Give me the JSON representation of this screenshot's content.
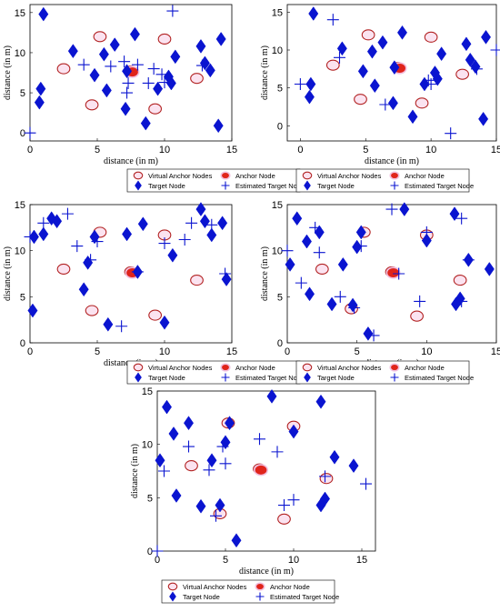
{
  "chart_data": [
    {
      "type": "scatter",
      "xlabel": "distance (in m)",
      "ylabel": "distance (in m)",
      "xlim": [
        0,
        15
      ],
      "ylim": [
        -1,
        16
      ],
      "xticks": [
        0,
        5,
        10,
        15
      ],
      "yticks": [
        0,
        5,
        10,
        15
      ],
      "grid": false,
      "legend": "below",
      "series": [
        {
          "name": "Virtual Anchor Nodes",
          "marker": "circle-open",
          "color": "#b22222",
          "points": [
            [
              2.5,
              8
            ],
            [
              5.2,
              12
            ],
            [
              4.6,
              3.5
            ],
            [
              10,
              11.7
            ],
            [
              9.3,
              3
            ],
            [
              12.4,
              6.8
            ],
            [
              7.5,
              7.7
            ]
          ]
        },
        {
          "name": "Anchor Node",
          "marker": "circle-filled",
          "color": "#e0241b",
          "points": [
            [
              7.6,
              7.6
            ]
          ]
        },
        {
          "name": "Target Node",
          "marker": "diamond",
          "color": "#0a14d0",
          "points": [
            [
              1,
              14.8
            ],
            [
              0.8,
              5.5
            ],
            [
              0.7,
              3.8
            ],
            [
              3.2,
              10.2
            ],
            [
              4.8,
              7.2
            ],
            [
              5.5,
              9.8
            ],
            [
              5.7,
              5.3
            ],
            [
              6.3,
              11
            ],
            [
              7.2,
              7.7
            ],
            [
              7.1,
              3
            ],
            [
              7.8,
              12.3
            ],
            [
              8.6,
              1.2
            ],
            [
              9.5,
              5.5
            ],
            [
              10.3,
              7
            ],
            [
              10.5,
              6.2
            ],
            [
              10.8,
              9.5
            ],
            [
              12.7,
              10.8
            ],
            [
              13,
              8.7
            ],
            [
              13.4,
              7.8
            ],
            [
              14.2,
              11.7
            ],
            [
              14,
              0.9
            ]
          ]
        },
        {
          "name": "Estimated Target Node",
          "marker": "plus",
          "color": "#0a14d0",
          "points": [
            [
              0,
              0
            ],
            [
              4,
              8.5
            ],
            [
              6,
              8.3
            ],
            [
              7,
              8.9
            ],
            [
              7.3,
              6.2
            ],
            [
              7.2,
              5
            ],
            [
              8,
              8.5
            ],
            [
              8.8,
              6.2
            ],
            [
              9.2,
              8
            ],
            [
              9.8,
              7.3
            ],
            [
              10,
              6.3
            ],
            [
              10.6,
              15.2
            ],
            [
              12.8,
              8.4
            ]
          ]
        }
      ]
    },
    {
      "type": "scatter",
      "xlabel": "distance (in m)",
      "ylabel": "distance (in m)",
      "xlim": [
        -1,
        15
      ],
      "ylim": [
        -2,
        16
      ],
      "xticks": [
        0,
        5,
        10,
        15
      ],
      "yticks": [
        0,
        5,
        10,
        15
      ],
      "grid": false,
      "legend": "below",
      "series": [
        {
          "name": "Virtual Anchor Nodes",
          "marker": "circle-open",
          "color": "#b22222",
          "points": [
            [
              2.5,
              8
            ],
            [
              5.2,
              12
            ],
            [
              4.6,
              3.5
            ],
            [
              10,
              11.7
            ],
            [
              9.3,
              3
            ],
            [
              12.4,
              6.8
            ],
            [
              7.5,
              7.7
            ]
          ]
        },
        {
          "name": "Anchor Node",
          "marker": "circle-filled",
          "color": "#e0241b",
          "points": [
            [
              7.6,
              7.6
            ]
          ]
        },
        {
          "name": "Target Node",
          "marker": "diamond",
          "color": "#0a14d0",
          "points": [
            [
              1,
              14.8
            ],
            [
              0.8,
              5.5
            ],
            [
              0.7,
              3.8
            ],
            [
              3.2,
              10.2
            ],
            [
              4.8,
              7.2
            ],
            [
              5.5,
              9.8
            ],
            [
              5.7,
              5.3
            ],
            [
              6.3,
              11
            ],
            [
              7.2,
              7.7
            ],
            [
              7.1,
              3
            ],
            [
              7.8,
              12.3
            ],
            [
              8.6,
              1.2
            ],
            [
              9.5,
              5.5
            ],
            [
              10.3,
              7
            ],
            [
              10.5,
              6.2
            ],
            [
              10.8,
              9.5
            ],
            [
              12.7,
              10.8
            ],
            [
              13,
              8.7
            ],
            [
              13.4,
              7.8
            ],
            [
              14.2,
              11.7
            ],
            [
              14,
              0.9
            ]
          ]
        },
        {
          "name": "Estimated Target Node",
          "marker": "plus",
          "color": "#0a14d0",
          "points": [
            [
              0,
              5.5
            ],
            [
              2.5,
              14
            ],
            [
              3,
              9
            ],
            [
              6.5,
              2.8
            ],
            [
              9.8,
              6
            ],
            [
              10,
              5.5
            ],
            [
              11.5,
              -1
            ],
            [
              13.5,
              7.5
            ],
            [
              15,
              10
            ]
          ]
        }
      ]
    },
    {
      "type": "scatter",
      "xlabel": "distance (in m)",
      "ylabel": "distance (in m)",
      "xlim": [
        0,
        15
      ],
      "ylim": [
        0,
        15
      ],
      "xticks": [
        0,
        5,
        10,
        15
      ],
      "yticks": [
        0,
        5,
        10,
        15
      ],
      "grid": false,
      "legend": "below",
      "series": [
        {
          "name": "Virtual Anchor Nodes",
          "marker": "circle-open",
          "color": "#b22222",
          "points": [
            [
              2.5,
              8
            ],
            [
              5.2,
              12
            ],
            [
              4.6,
              3.5
            ],
            [
              10,
              11.7
            ],
            [
              9.3,
              3
            ],
            [
              12.4,
              6.8
            ],
            [
              7.5,
              7.7
            ]
          ]
        },
        {
          "name": "Anchor Node",
          "marker": "circle-filled",
          "color": "#e0241b",
          "points": [
            [
              7.6,
              7.6
            ]
          ]
        },
        {
          "name": "Target Node",
          "marker": "diamond",
          "color": "#0a14d0",
          "points": [
            [
              0.3,
              11.5
            ],
            [
              1,
              11.8
            ],
            [
              1.6,
              13.5
            ],
            [
              2,
              13.2
            ],
            [
              4.3,
              8.7
            ],
            [
              4.8,
              11.5
            ],
            [
              4,
              5.8
            ],
            [
              5.8,
              2
            ],
            [
              7.2,
              11.8
            ],
            [
              8,
              7.7
            ],
            [
              8.4,
              12.9
            ],
            [
              10,
              2.2
            ],
            [
              10.6,
              9.5
            ],
            [
              12.7,
              14.5
            ],
            [
              13,
              13.2
            ],
            [
              13.5,
              11.7
            ],
            [
              14.3,
              13
            ],
            [
              14.6,
              6.9
            ],
            [
              0.2,
              3.5
            ]
          ]
        },
        {
          "name": "Estimated Target Node",
          "marker": "plus",
          "color": "#0a14d0",
          "points": [
            [
              0,
              11.5
            ],
            [
              1,
              13
            ],
            [
              2.8,
              14
            ],
            [
              3.5,
              10.5
            ],
            [
              4.5,
              9
            ],
            [
              5,
              11
            ],
            [
              6.8,
              1.8
            ],
            [
              8,
              7.7
            ],
            [
              10,
              10.8
            ],
            [
              11.5,
              11.2
            ],
            [
              12,
              13
            ],
            [
              13.5,
              12.8
            ],
            [
              14.5,
              7.5
            ]
          ]
        }
      ]
    },
    {
      "type": "scatter",
      "xlabel": "distance (in m)",
      "ylabel": "distance (in m)",
      "xlim": [
        0,
        15
      ],
      "ylim": [
        0,
        15
      ],
      "xticks": [
        0,
        5,
        10,
        15
      ],
      "yticks": [
        0,
        5,
        10,
        15
      ],
      "grid": false,
      "legend": "below",
      "series": [
        {
          "name": "Virtual Anchor Nodes",
          "marker": "circle-open",
          "color": "#b22222",
          "points": [
            [
              2.5,
              8
            ],
            [
              5.5,
              12
            ],
            [
              4.6,
              3.7
            ],
            [
              10,
              11.7
            ],
            [
              9.3,
              2.9
            ],
            [
              12.4,
              6.8
            ],
            [
              7.5,
              7.7
            ]
          ]
        },
        {
          "name": "Anchor Node",
          "marker": "circle-filled",
          "color": "#e0241b",
          "points": [
            [
              7.6,
              7.6
            ]
          ]
        },
        {
          "name": "Target Node",
          "marker": "diamond",
          "color": "#0a14d0",
          "points": [
            [
              0.7,
              13.5
            ],
            [
              1.4,
              11
            ],
            [
              2.3,
              12
            ],
            [
              0.2,
              8.5
            ],
            [
              1.6,
              5.3
            ],
            [
              3.2,
              4.2
            ],
            [
              4,
              8.5
            ],
            [
              4.7,
              4.1
            ],
            [
              5,
              10.4
            ],
            [
              5.3,
              12
            ],
            [
              5.8,
              1
            ],
            [
              8.4,
              14.5
            ],
            [
              10,
              11.1
            ],
            [
              12,
              14
            ],
            [
              12.1,
              4.2
            ],
            [
              12.4,
              4.8
            ],
            [
              13,
              9
            ],
            [
              14.5,
              8
            ]
          ]
        },
        {
          "name": "Estimated Target Node",
          "marker": "plus",
          "color": "#0a14d0",
          "points": [
            [
              0,
              10
            ],
            [
              1,
              6.5
            ],
            [
              2,
              12.5
            ],
            [
              2.3,
              9.8
            ],
            [
              3.8,
              5
            ],
            [
              4.8,
              3.8
            ],
            [
              5.3,
              10.5
            ],
            [
              6.2,
              0.8
            ],
            [
              7.5,
              14.5
            ],
            [
              8,
              7.5
            ],
            [
              9.5,
              4.5
            ],
            [
              10,
              12
            ],
            [
              12.5,
              13.5
            ],
            [
              12.5,
              4.5
            ],
            [
              13,
              9
            ]
          ]
        }
      ]
    },
    {
      "type": "scatter",
      "xlabel": "distance (in m)",
      "ylabel": "distance (in m)",
      "xlim": [
        0,
        16
      ],
      "ylim": [
        0,
        15
      ],
      "xticks": [
        0,
        5,
        10,
        15
      ],
      "yticks": [
        0,
        5,
        10,
        15
      ],
      "grid": false,
      "legend": "below",
      "series": [
        {
          "name": "Virtual Anchor Nodes",
          "marker": "circle-open",
          "color": "#b22222",
          "points": [
            [
              2.5,
              8
            ],
            [
              5.2,
              12
            ],
            [
              4.6,
              3.5
            ],
            [
              10,
              11.7
            ],
            [
              9.3,
              3
            ],
            [
              12.4,
              6.8
            ],
            [
              7.5,
              7.7
            ]
          ]
        },
        {
          "name": "Anchor Node",
          "marker": "circle-filled",
          "color": "#e0241b",
          "points": [
            [
              7.6,
              7.6
            ]
          ]
        },
        {
          "name": "Target Node",
          "marker": "diamond",
          "color": "#0a14d0",
          "points": [
            [
              0.7,
              13.5
            ],
            [
              1.2,
              11
            ],
            [
              2.3,
              12
            ],
            [
              0.2,
              8.5
            ],
            [
              1.4,
              5.2
            ],
            [
              3.2,
              4.2
            ],
            [
              4,
              8.5
            ],
            [
              4.6,
              4.3
            ],
            [
              5,
              10.2
            ],
            [
              5.3,
              12
            ],
            [
              5.8,
              1
            ],
            [
              8.4,
              14.5
            ],
            [
              10,
              11.2
            ],
            [
              12,
              14
            ],
            [
              12,
              4.3
            ],
            [
              12.3,
              4.9
            ],
            [
              13,
              8.8
            ],
            [
              14.4,
              8
            ]
          ]
        },
        {
          "name": "Estimated Target Node",
          "marker": "plus",
          "color": "#0a14d0",
          "points": [
            [
              0,
              0
            ],
            [
              0.5,
              7.5
            ],
            [
              2.3,
              9.8
            ],
            [
              3.8,
              7.6
            ],
            [
              4.3,
              3.3
            ],
            [
              4.8,
              9.8
            ],
            [
              5,
              8.2
            ],
            [
              7.5,
              10.5
            ],
            [
              8.8,
              9.3
            ],
            [
              9.3,
              4.3
            ],
            [
              10,
              4.8
            ],
            [
              12.3,
              7
            ],
            [
              15.3,
              6.3
            ]
          ]
        }
      ]
    }
  ]
}
